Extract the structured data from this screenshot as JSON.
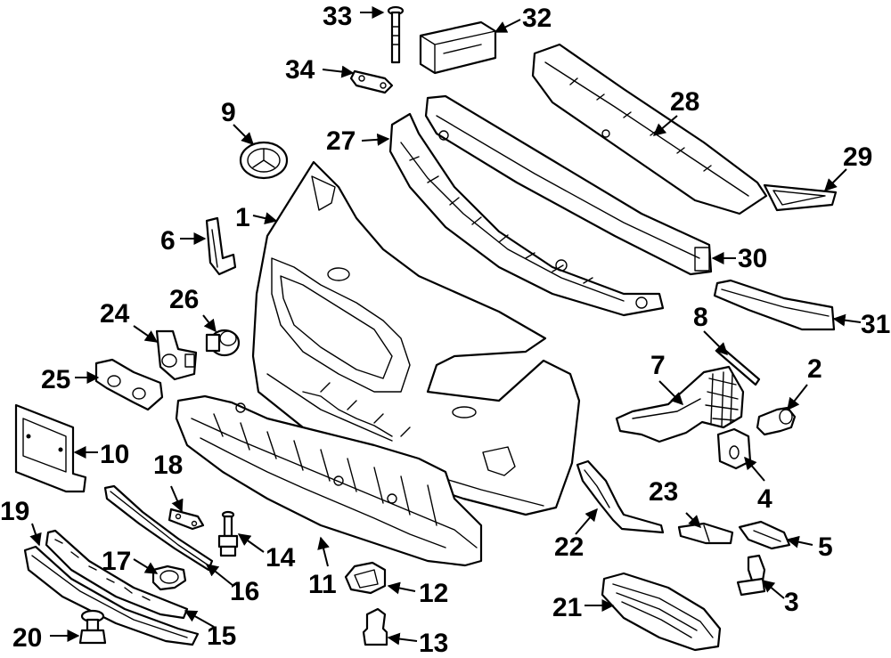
{
  "diagram": {
    "type": "exploded-parts-diagram",
    "colors": {
      "line": "#000000",
      "background": "#ffffff"
    },
    "callouts": {
      "c1": "1",
      "c2": "2",
      "c3": "3",
      "c4": "4",
      "c5": "5",
      "c6": "6",
      "c7": "7",
      "c8": "8",
      "c9": "9",
      "c10": "10",
      "c11": "11",
      "c12": "12",
      "c13": "13",
      "c14": "14",
      "c15": "15",
      "c16": "16",
      "c17": "17",
      "c18": "18",
      "c19": "19",
      "c20": "20",
      "c21": "21",
      "c22": "22",
      "c23": "23",
      "c24": "24",
      "c25": "25",
      "c26": "26",
      "c27": "27",
      "c28": "28",
      "c29": "29",
      "c30": "30",
      "c31": "31",
      "c32": "32",
      "c33": "33",
      "c34": "34"
    }
  }
}
